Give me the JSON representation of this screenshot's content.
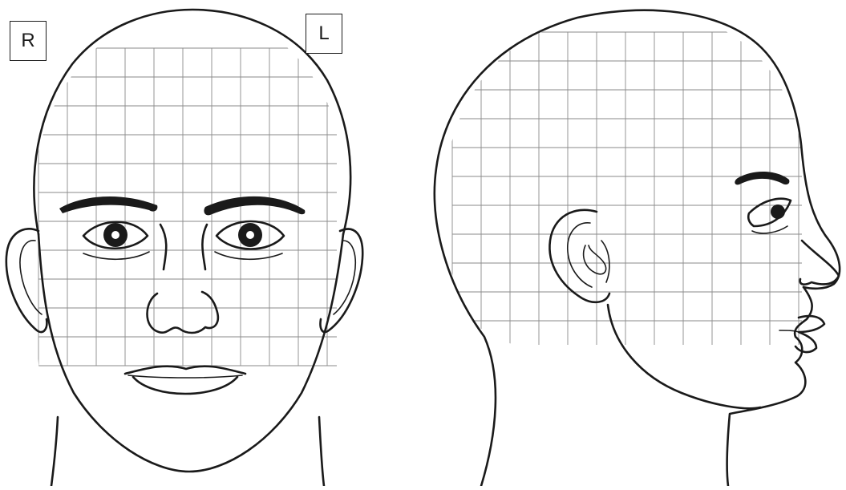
{
  "labels": {
    "right": "R",
    "left": "L"
  },
  "colors": {
    "outline": "#1a1a1a",
    "grid": "#8a8a8a",
    "background": "#ffffff"
  },
  "views": [
    "front-view",
    "side-view"
  ]
}
